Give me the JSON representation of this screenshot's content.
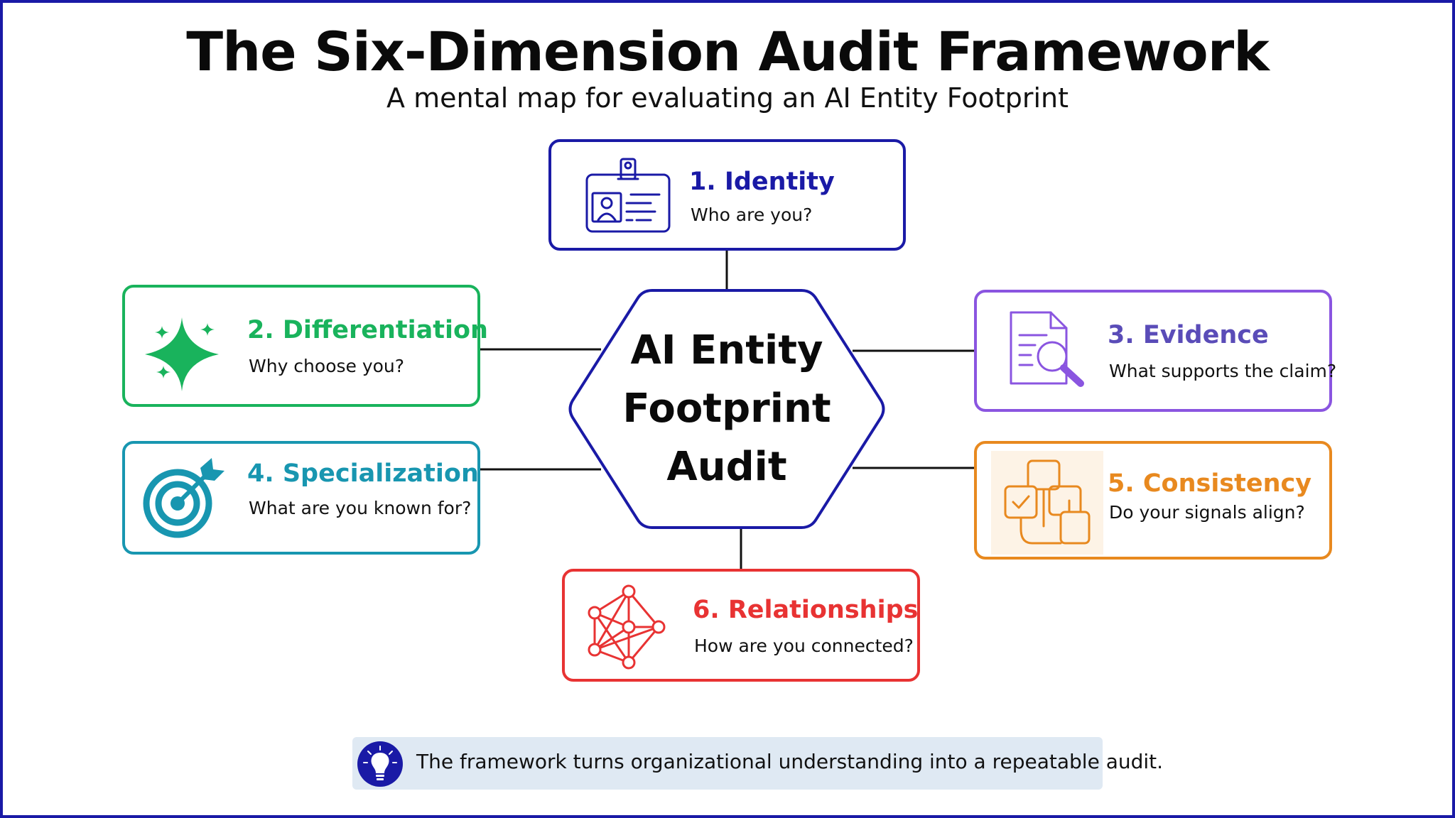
{
  "title": "The Six-Dimension Audit Framework",
  "subtitle": "A mental map for evaluating an AI Entity Footprint",
  "center": {
    "label": "AI Entity\nFootprint\nAudit",
    "border_color": "#1a1aa6"
  },
  "dimensions": [
    {
      "title": "1. Identity",
      "question": "Who are you?",
      "color": "#1a1aa6",
      "icon": "id-badge-icon"
    },
    {
      "title": "2. Differentiation",
      "question": "Why choose you?",
      "color": "#19b35c",
      "icon": "sparkle-icon"
    },
    {
      "title": "3. Evidence",
      "question": "What supports the claim?",
      "color": "#8a55e0",
      "icon": "document-search-icon"
    },
    {
      "title": "4. Specialization",
      "question": "What are you known for?",
      "color": "#1896b0",
      "icon": "target-icon"
    },
    {
      "title": "5. Consistency",
      "question": "Do your signals align?",
      "color": "#e8891f",
      "icon": "aligned-boxes-icon"
    },
    {
      "title": "6. Relationships",
      "question": "How are you connected?",
      "color": "#e83333",
      "icon": "network-icon"
    }
  ],
  "callout": {
    "text": "The framework turns organizational understanding into a repeatable audit.",
    "icon": "lightbulb-icon"
  }
}
